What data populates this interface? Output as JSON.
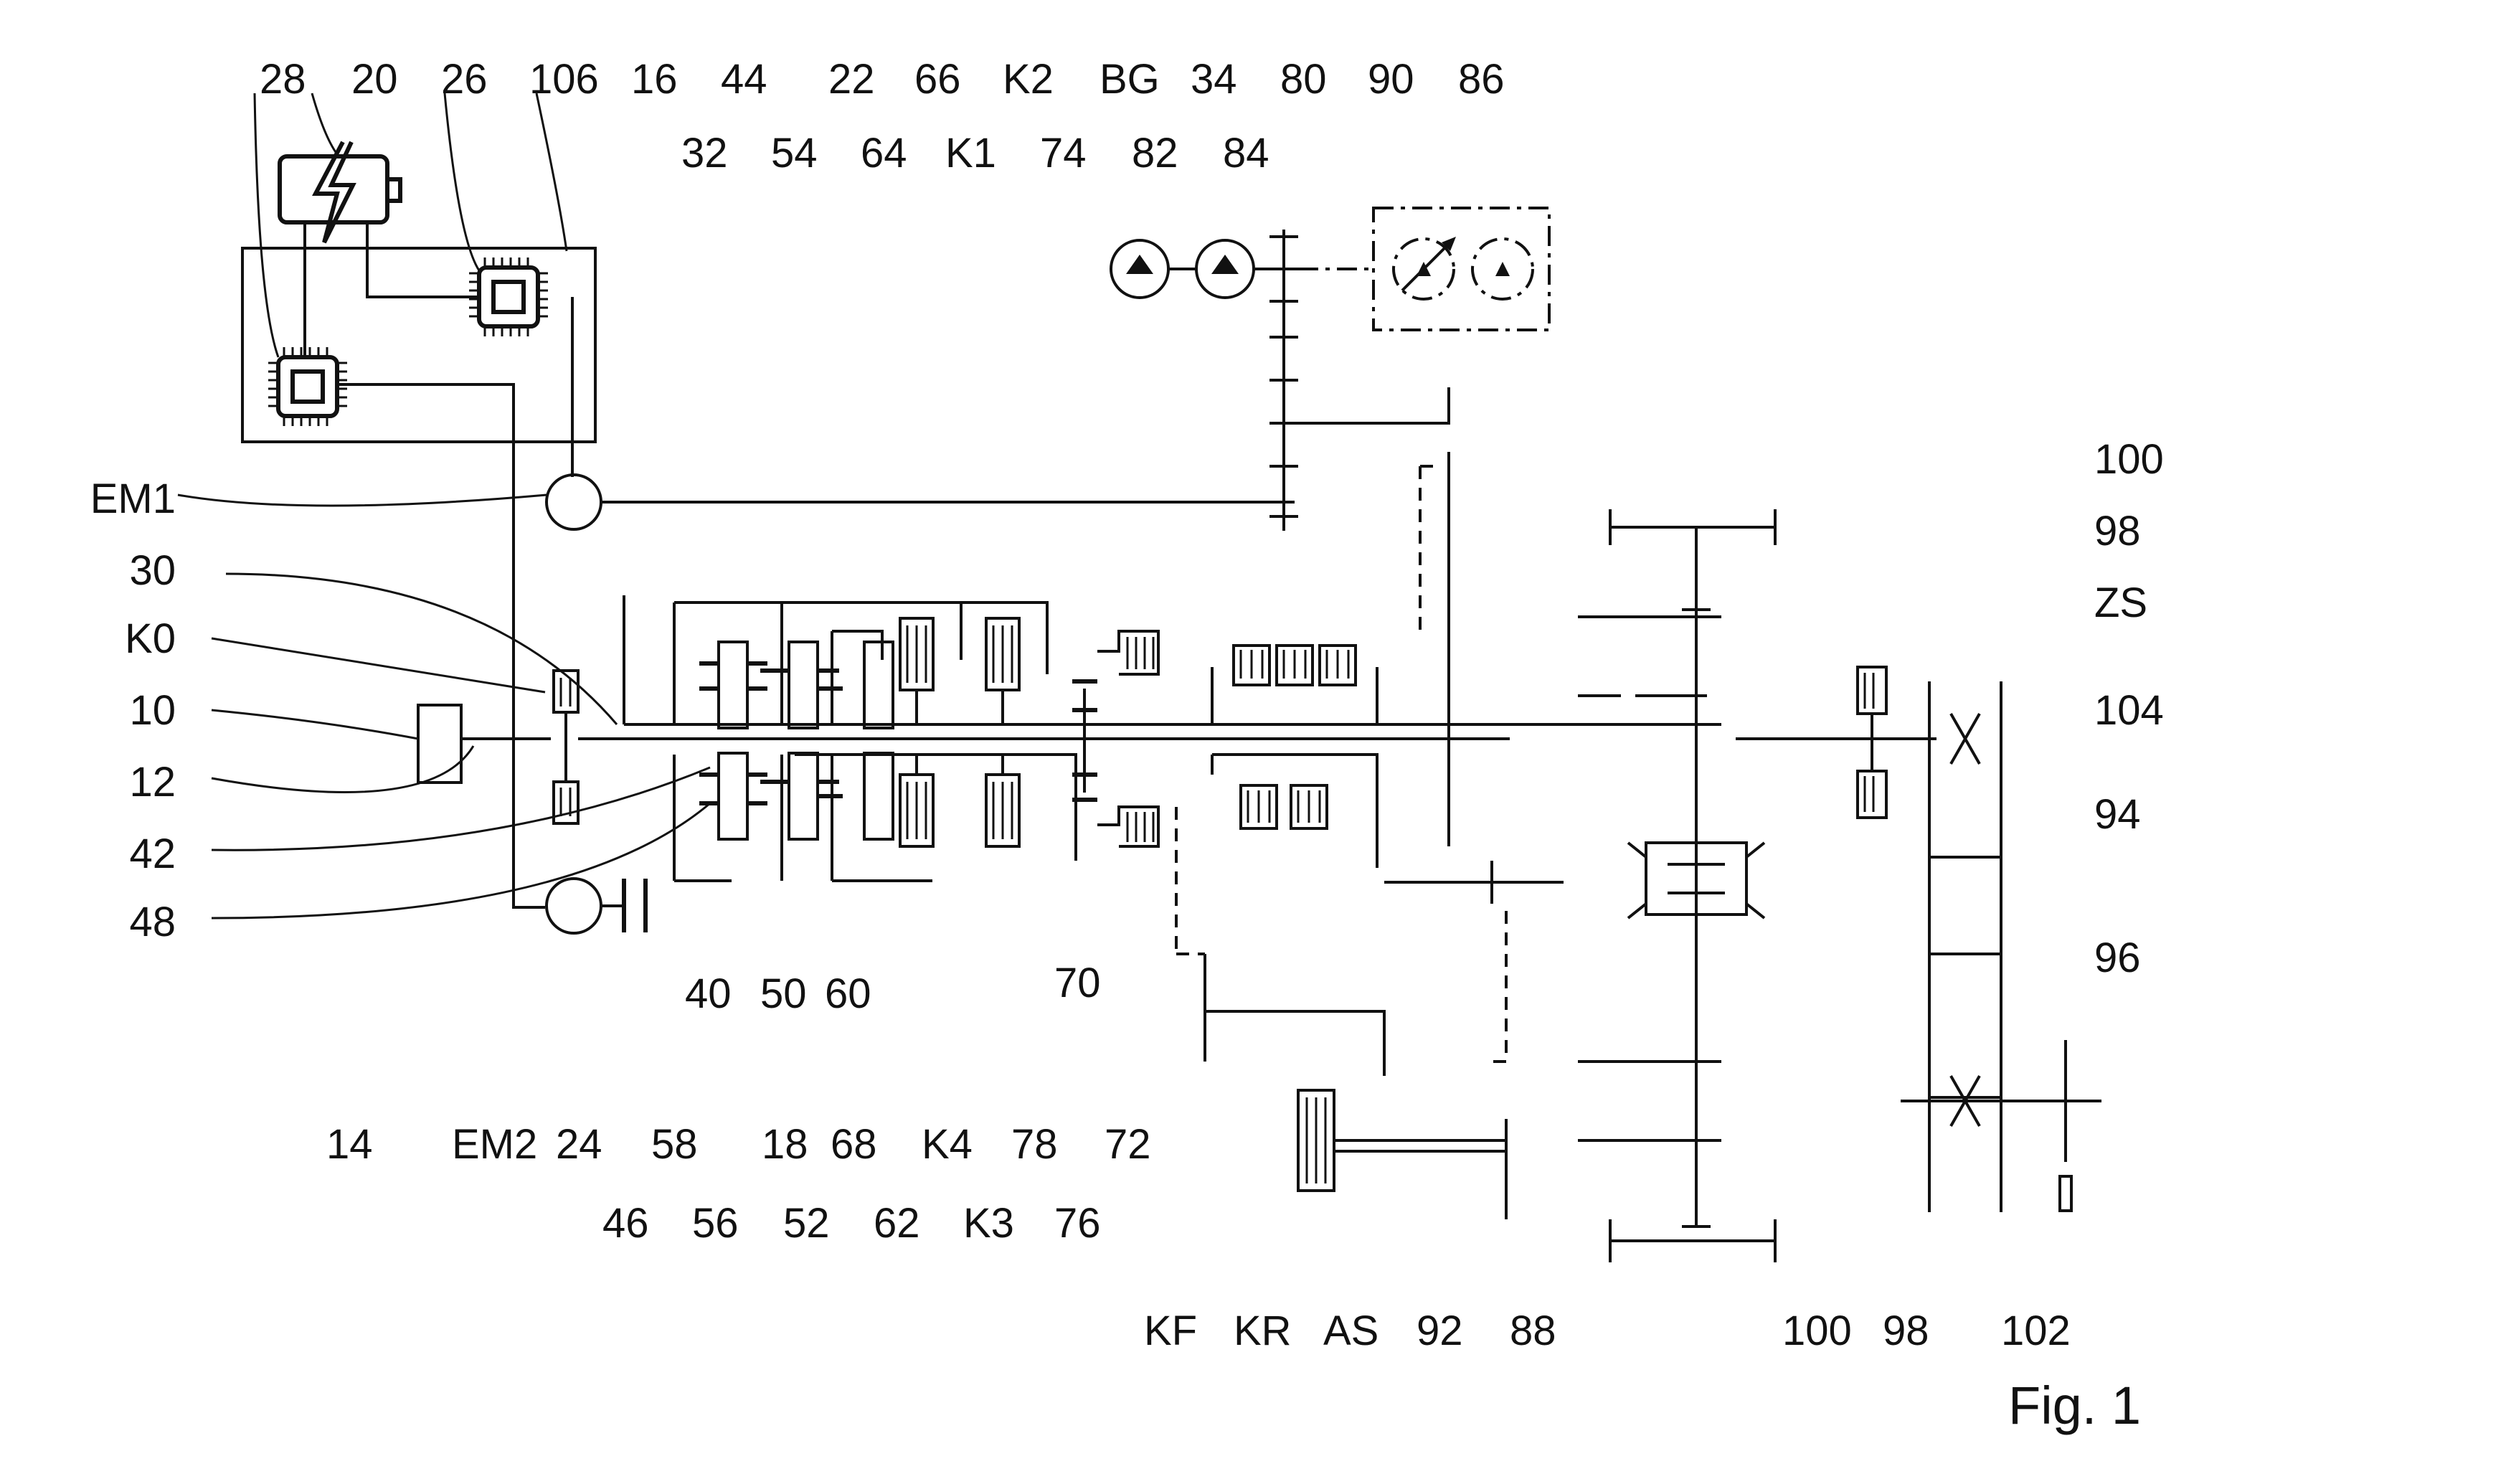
{
  "figure": {
    "caption": "Fig. 1",
    "reference_labels": {
      "top_row": [
        "28",
        "20",
        "26",
        "106",
        "16",
        "44",
        "22",
        "66",
        "K2",
        "BG",
        "34",
        "80",
        "90",
        "86"
      ],
      "second_row": [
        "32",
        "54",
        "64",
        "K1",
        "74",
        "82",
        "84"
      ],
      "left_column": [
        "EM1",
        "30",
        "K0",
        "10",
        "12",
        "42",
        "48"
      ],
      "right_side": [
        "100",
        "98",
        "ZS",
        "104",
        "94",
        "96"
      ],
      "mid_row": [
        "40",
        "50",
        "60",
        "70",
        "18",
        "14"
      ],
      "lower_row": [
        "EM2",
        "24",
        "58",
        "68",
        "K4",
        "78",
        "72"
      ],
      "lower_row_2": [
        "46",
        "56",
        "52",
        "62",
        "K3",
        "76"
      ],
      "bottom_row": [
        "KF",
        "KR",
        "AS",
        "92",
        "88",
        "100",
        "98",
        "102"
      ]
    }
  }
}
